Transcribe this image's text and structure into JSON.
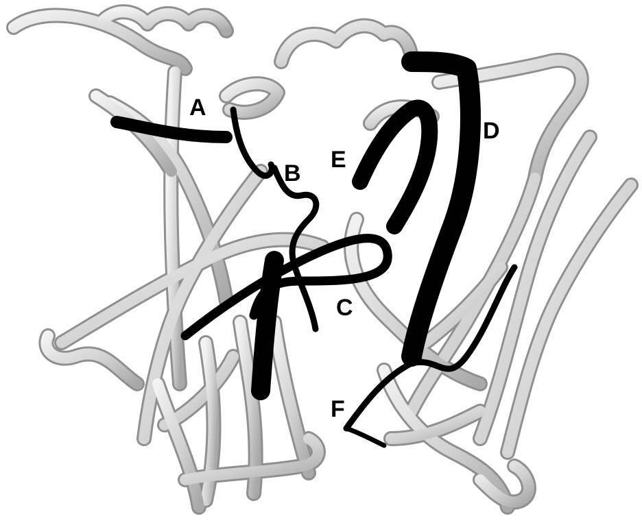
{
  "labels": {
    "a": "A",
    "b": "B",
    "c": "C",
    "d": "D",
    "e": "E",
    "f": "F"
  },
  "colors": {
    "ribbon_light": "#d9d9d9",
    "ribbon_edge": "#8f8f8f",
    "highlight": "#000000",
    "background": "#ffffff"
  }
}
